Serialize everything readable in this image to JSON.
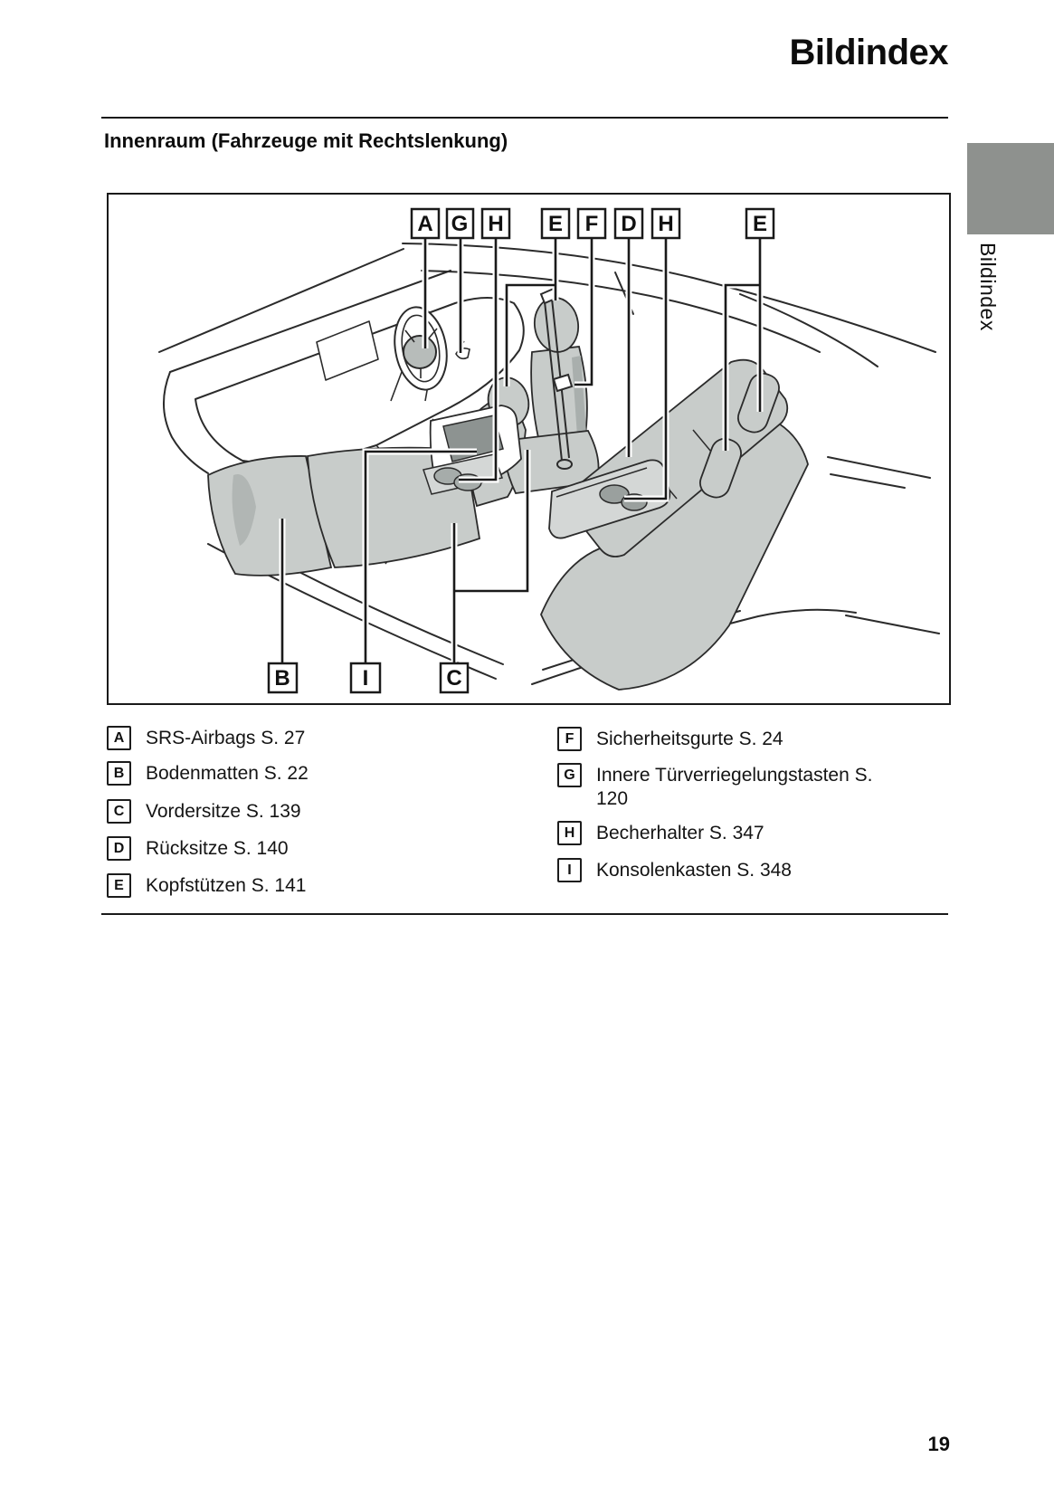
{
  "page": {
    "title": "Bildindex",
    "section_heading": "Innenraum (Fahrzeuge mit Rechtslenkung)",
    "side_tab_label": "Bildindex",
    "page_number": "19"
  },
  "colors": {
    "tab_gray": "#8e918e",
    "seat_gray": "#c8ccca",
    "console_dark_gray": "#8d9391",
    "cupholder_gray": "#a6acaa",
    "line_black": "#2b2b2b"
  },
  "diagram": {
    "description": "Line drawing of car interior (right-hand drive) with callout letters",
    "top_callouts": [
      "A",
      "G",
      "H",
      "E",
      "F",
      "D",
      "H",
      "E"
    ],
    "bottom_callouts": [
      "B",
      "I",
      "C"
    ]
  },
  "legend": {
    "left": [
      {
        "key": "A",
        "label": "SRS-Airbags S. 27"
      },
      {
        "key": "B",
        "label": "Bodenmatten S. 22"
      },
      {
        "key": "C",
        "label": "Vordersitze S. 139"
      },
      {
        "key": "D",
        "label": "Rücksitze S. 140"
      },
      {
        "key": "E",
        "label": "Kopfstützen S. 141"
      }
    ],
    "right": [
      {
        "key": "F",
        "label": "Sicherheitsgurte S. 24"
      },
      {
        "key": "G",
        "label": "Innere Türverriegelungstasten S. 120"
      },
      {
        "key": "H",
        "label": "Becherhalter S. 347"
      },
      {
        "key": "I",
        "label": "Konsolenkasten S. 348"
      }
    ]
  }
}
